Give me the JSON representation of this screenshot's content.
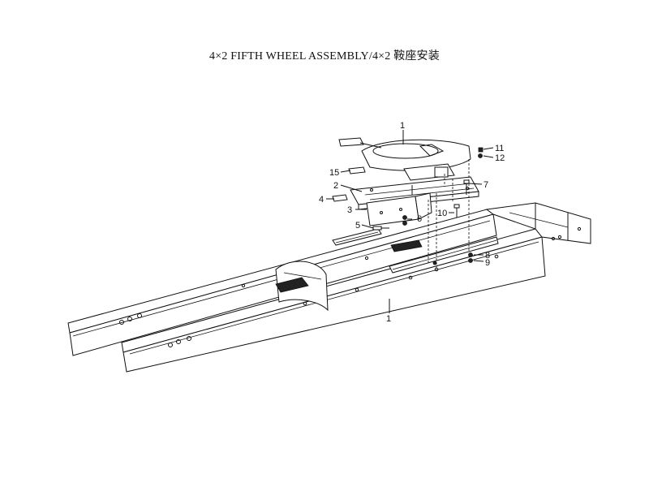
{
  "title": "4×2 FIFTH WHEEL ASSEMBLY/4×2 鞍座安装",
  "callouts": {
    "c1": "1",
    "c2": "2",
    "c3": "3",
    "c4": "4",
    "c5": "5",
    "c6": "6",
    "c7": "7",
    "c8": "8",
    "c9": "9",
    "c10": "10",
    "c11": "11",
    "c12": "12",
    "c15": "15",
    "frame": "1"
  }
}
